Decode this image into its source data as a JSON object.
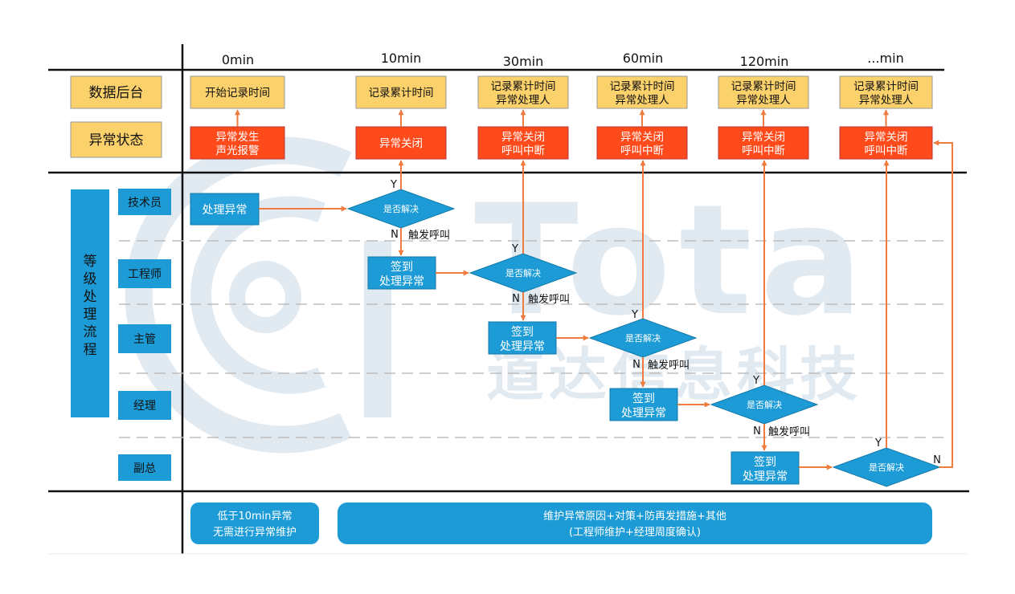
{
  "time_headers": [
    "0min",
    "10min",
    "30min",
    "60min",
    "120min",
    "...min"
  ],
  "row_labels": {
    "backend": "数据后台",
    "status": "异常状态"
  },
  "backend_boxes": [
    {
      "lines": [
        "开始记录时间"
      ]
    },
    {
      "lines": [
        "记录累计时间"
      ]
    },
    {
      "lines": [
        "记录累计时间",
        "异常处理人"
      ]
    },
    {
      "lines": [
        "记录累计时间",
        "异常处理人"
      ]
    },
    {
      "lines": [
        "记录累计时间",
        "异常处理人"
      ]
    },
    {
      "lines": [
        "记录累计时间",
        "异常处理人"
      ]
    }
  ],
  "status_boxes": [
    {
      "lines": [
        "异常发生",
        "声光报警"
      ]
    },
    {
      "lines": [
        "异常关闭"
      ]
    },
    {
      "lines": [
        "异常关闭",
        "呼叫中断"
      ]
    },
    {
      "lines": [
        "异常关闭",
        "呼叫中断"
      ]
    },
    {
      "lines": [
        "异常关闭",
        "呼叫中断"
      ]
    },
    {
      "lines": [
        "异常关闭",
        "呼叫中断"
      ]
    }
  ],
  "process_title": "等级处理流程",
  "roles": [
    "技术员",
    "工程师",
    "主管",
    "经理",
    "副总"
  ],
  "first_action": "处理异常",
  "action_lines": [
    "签到",
    "处理异常"
  ],
  "decision_label": "是否解决",
  "yes_label": "Y",
  "no_label": "N",
  "trigger_label": "触发呼叫",
  "footer": {
    "left_lines": [
      "低于10min异常",
      "无需进行异常维护"
    ],
    "right_lines": [
      "维护异常原因+对策+防再发措施+其他",
      "(工程师维护+经理周度确认)"
    ]
  },
  "watermark": {
    "latin": "Tota",
    "chinese": "道达信息科技"
  },
  "colors": {
    "yellow": "#FBD16B",
    "red": "#FF4B1B",
    "blue": "#1C9BD6",
    "arrow": "#F07B3F",
    "line": "#111111",
    "dash": "#BDBDBD",
    "watermark": "#C9D8E6"
  }
}
